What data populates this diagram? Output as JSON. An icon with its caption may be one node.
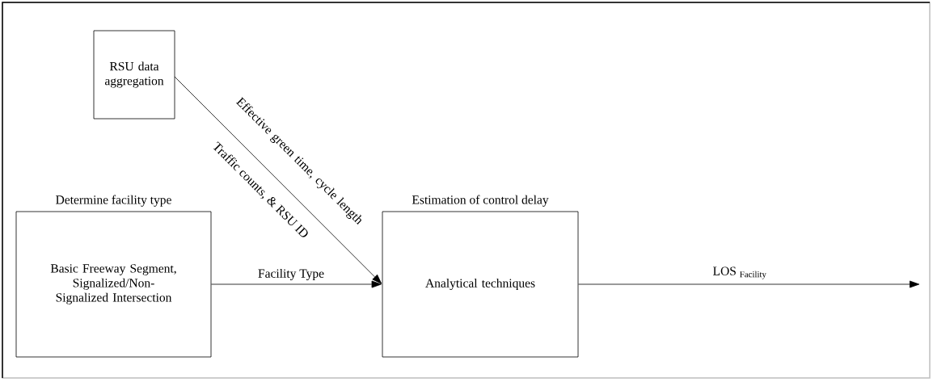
{
  "diagram": {
    "nodes": [
      {
        "text": [
          "RSU data aggregation"
        ]
      },
      {
        "text": [
          "Determine facility type",
          "Basic Freeway Segment, Signalized/Non-Signalized Intersection"
        ]
      },
      {
        "text": [
          "Estimation of control delay",
          "Analytical techniques"
        ]
      }
    ],
    "edges": [
      {
        "from": 0,
        "to": 2,
        "arrow": "to",
        "label": "Effective green time, cycle length"
      },
      {
        "from": 1,
        "to": 2,
        "arrow": "to",
        "label": "Facility Type"
      },
      {
        "from": 2,
        "to": null,
        "arrow": "to",
        "label": "LOS $_{Facility}$"
      }
    ],
    "labels": [
      "Traffic counts, & RSU ID"
    ]
  }
}
